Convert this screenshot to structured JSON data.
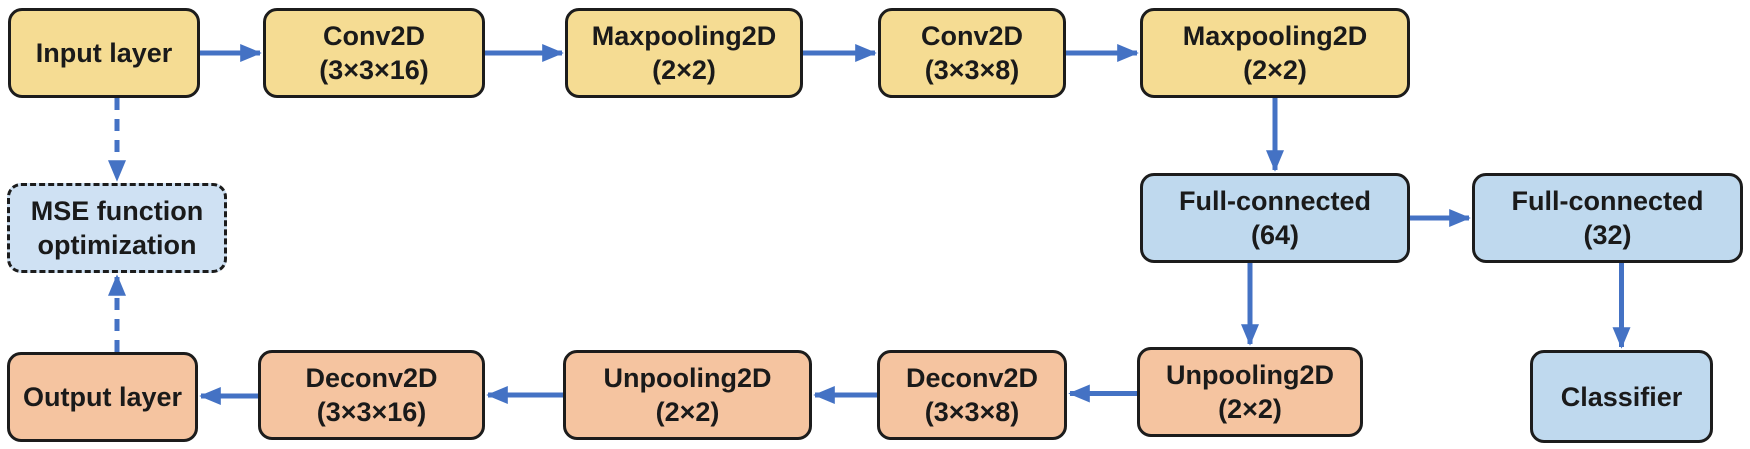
{
  "colors": {
    "yellow": "#F5DC93",
    "orange": "#F5C4A0",
    "blue": "#BFD9EE",
    "blue_light": "#CFE1F3",
    "arrow": "#4472C4",
    "border": "#1C1C1C",
    "text": "#1A1A1A",
    "background": "#FFFFFF"
  },
  "diagram": {
    "nodes": [
      {
        "id": "input",
        "label": "Input layer",
        "fill": "yellow",
        "border": "solid"
      },
      {
        "id": "conv16",
        "label": "Conv2D\n(3×3×16)",
        "fill": "yellow",
        "border": "solid"
      },
      {
        "id": "maxpool1",
        "label": "Maxpooling2D\n(2×2)",
        "fill": "yellow",
        "border": "solid"
      },
      {
        "id": "conv8",
        "label": "Conv2D\n(3×3×8)",
        "fill": "yellow",
        "border": "solid"
      },
      {
        "id": "maxpool2",
        "label": "Maxpooling2D\n(2×2)",
        "fill": "yellow",
        "border": "solid"
      },
      {
        "id": "mse",
        "label": "MSE function\noptimization",
        "fill": "blue_light",
        "border": "dashed"
      },
      {
        "id": "fc64",
        "label": "Full-connected\n(64)",
        "fill": "blue",
        "border": "solid"
      },
      {
        "id": "fc32",
        "label": "Full-connected\n(32)",
        "fill": "blue",
        "border": "solid"
      },
      {
        "id": "unpool2",
        "label": "Unpooling2D\n(2×2)",
        "fill": "orange",
        "border": "solid"
      },
      {
        "id": "deconv8",
        "label": "Deconv2D\n(3×3×8)",
        "fill": "orange",
        "border": "solid"
      },
      {
        "id": "unpool1",
        "label": "Unpooling2D\n(2×2)",
        "fill": "orange",
        "border": "solid"
      },
      {
        "id": "deconv16",
        "label": "Deconv2D\n(3×3×16)",
        "fill": "orange",
        "border": "solid"
      },
      {
        "id": "output",
        "label": "Output layer",
        "fill": "orange",
        "border": "solid"
      },
      {
        "id": "classifier",
        "label": "Classifier",
        "fill": "blue",
        "border": "solid"
      }
    ],
    "edges": [
      {
        "from": "input",
        "to": "conv16",
        "style": "solid"
      },
      {
        "from": "conv16",
        "to": "maxpool1",
        "style": "solid"
      },
      {
        "from": "maxpool1",
        "to": "conv8",
        "style": "solid"
      },
      {
        "from": "conv8",
        "to": "maxpool2",
        "style": "solid"
      },
      {
        "from": "maxpool2",
        "to": "fc64",
        "style": "solid"
      },
      {
        "from": "fc64",
        "to": "fc32",
        "style": "solid"
      },
      {
        "from": "fc64",
        "to": "unpool2",
        "style": "solid"
      },
      {
        "from": "fc32",
        "to": "classifier",
        "style": "solid"
      },
      {
        "from": "unpool2",
        "to": "deconv8",
        "style": "solid"
      },
      {
        "from": "deconv8",
        "to": "unpool1",
        "style": "solid"
      },
      {
        "from": "unpool1",
        "to": "deconv16",
        "style": "solid"
      },
      {
        "from": "deconv16",
        "to": "output",
        "style": "solid"
      },
      {
        "from": "input",
        "to": "mse",
        "style": "dashed"
      },
      {
        "from": "output",
        "to": "mse",
        "style": "dashed"
      }
    ]
  }
}
